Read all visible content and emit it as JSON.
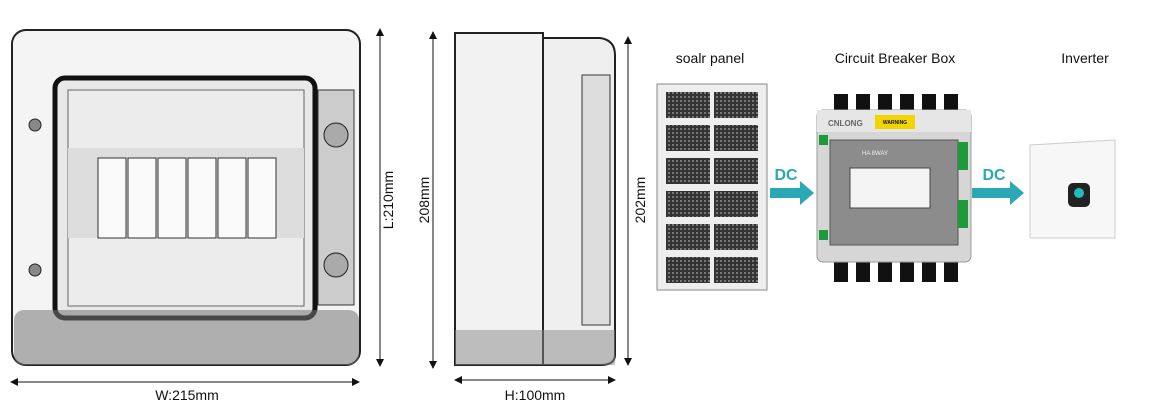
{
  "dimensions": {
    "length": "L:210mm",
    "side_height": "208mm",
    "inner_height": "202mm",
    "width": "W:215mm",
    "depth": "H:100mm"
  },
  "flow": {
    "panel_label": "soalr panel",
    "box_label": "Circuit Breaker Box",
    "inverter_label": "Inverter",
    "arrow1_label": "DC",
    "arrow2_label": "DC",
    "brand": "CNLONG",
    "warning": "WARNING",
    "box_tag": "HA 8WAY"
  },
  "colors": {
    "arrow": "#2aa9b4",
    "breaker_green": "#1f9a3a",
    "warning_yellow": "#f2d500"
  }
}
